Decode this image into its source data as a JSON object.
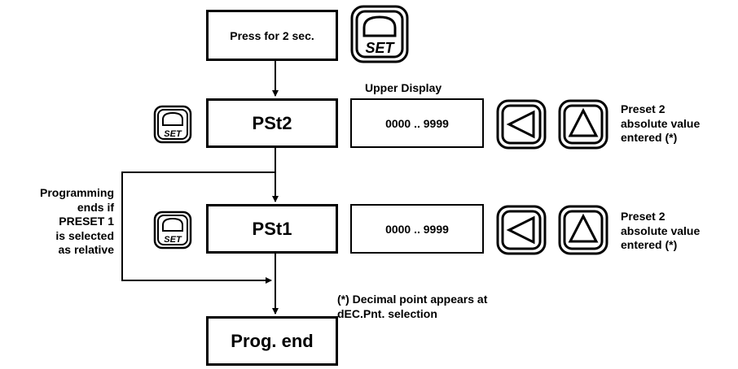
{
  "start_box": {
    "label": "Press for 2 sec."
  },
  "keys": {
    "set_label": "SET"
  },
  "upper_display": {
    "label": "Upper Display"
  },
  "steps": [
    {
      "code": "PSt2",
      "range": "0000 .. 9999",
      "note_lines": [
        "Preset 2",
        "absolute value",
        "entered (*)"
      ]
    },
    {
      "code": "PSt1",
      "range": "0000 .. 9999",
      "note_lines": [
        "Preset 2",
        "absolute value",
        "entered (*)"
      ]
    }
  ],
  "bypass_note": {
    "lines": [
      "Programming",
      "ends if",
      "PRESET 1",
      "is selected",
      "as relative"
    ]
  },
  "footnote": {
    "lines": [
      "(*) Decimal point appears at",
      "dEC.Pnt. selection"
    ]
  },
  "end_box": {
    "label": "Prog. end"
  },
  "colors": {
    "line": "#000000",
    "background": "#ffffff"
  }
}
